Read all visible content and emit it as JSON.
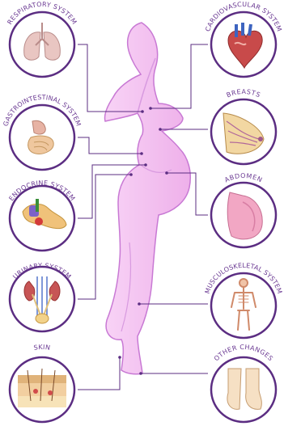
{
  "colors": {
    "ring": "#5b2d82",
    "connector": "#5b2d82",
    "label": "#6b3a93",
    "body_fill": "#f3c4f0",
    "body_stroke": "#c879d4"
  },
  "left_systems": [
    {
      "key": "respiratory",
      "label": "RESPIRATORY SYSTEM",
      "icon": "lungs-icon"
    },
    {
      "key": "gastrointestinal",
      "label": "GASTROINTESTINAL SYSTEM",
      "icon": "digestive-tract-icon"
    },
    {
      "key": "endocrine",
      "label": "ENDOCRINE SYSTEM",
      "icon": "pancreas-icon"
    },
    {
      "key": "urinary",
      "label": "URINARY SYSTEM",
      "icon": "kidneys-bladder-icon"
    },
    {
      "key": "skin",
      "label": "SKIN",
      "icon": "skin-layers-icon"
    }
  ],
  "right_systems": [
    {
      "key": "cardiovascular",
      "label": "CARDIOVASCULAR SYSTEM",
      "icon": "heart-icon"
    },
    {
      "key": "breasts",
      "label": "BREASTS",
      "icon": "breast-tissue-icon"
    },
    {
      "key": "abdomen",
      "label": "ABDOMEN",
      "icon": "pregnant-belly-icon"
    },
    {
      "key": "musculoskeletal",
      "label": "MUSCULOSKELETAL SYSTEM",
      "icon": "skeleton-icon"
    },
    {
      "key": "other",
      "label": "OTHER CHANGES",
      "icon": "swollen-feet-icon"
    }
  ]
}
